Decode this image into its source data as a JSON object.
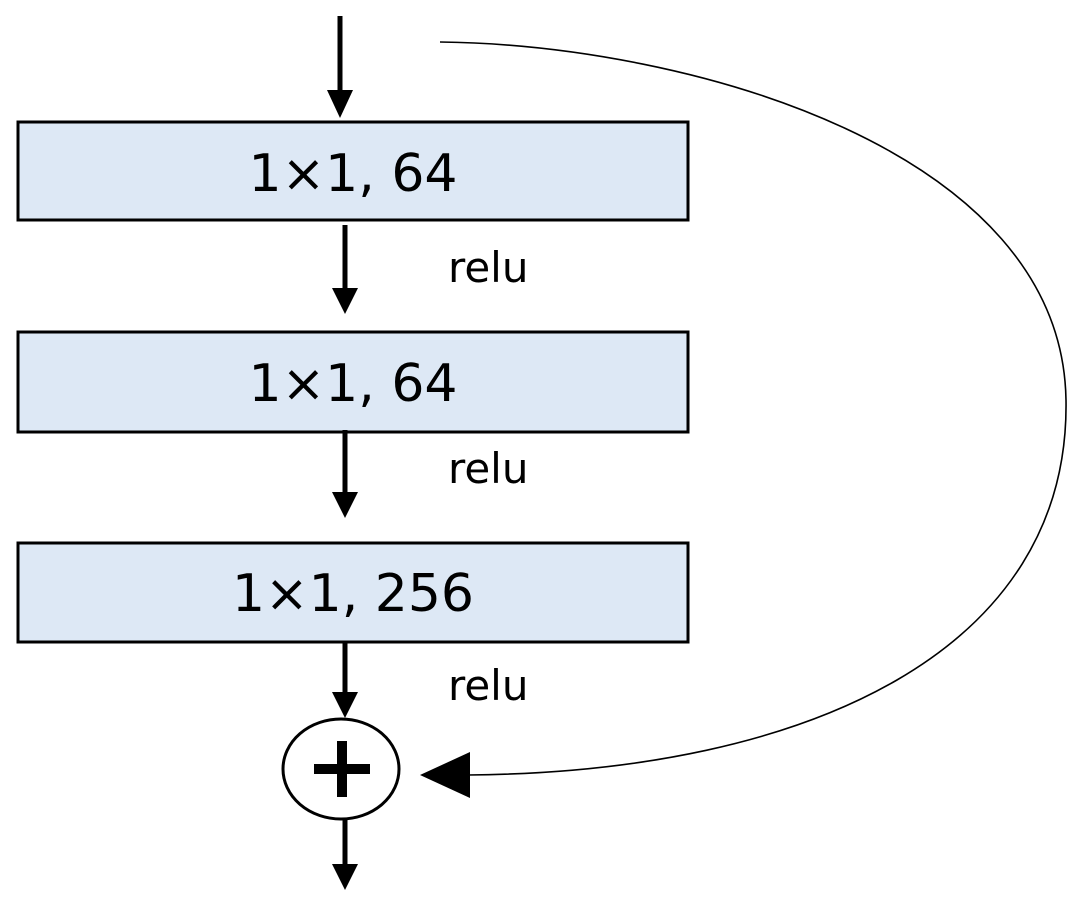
{
  "blocks": [
    {
      "label": "1×1, 64"
    },
    {
      "label": "1×1, 64"
    },
    {
      "label": "1×1, 256"
    }
  ],
  "activations": [
    {
      "label": "relu"
    },
    {
      "label": "relu"
    },
    {
      "label": "relu"
    }
  ],
  "add_node": {
    "symbol": "+"
  },
  "colors": {
    "block_fill": "#dde8f5",
    "stroke": "#000000",
    "background": "#ffffff"
  }
}
